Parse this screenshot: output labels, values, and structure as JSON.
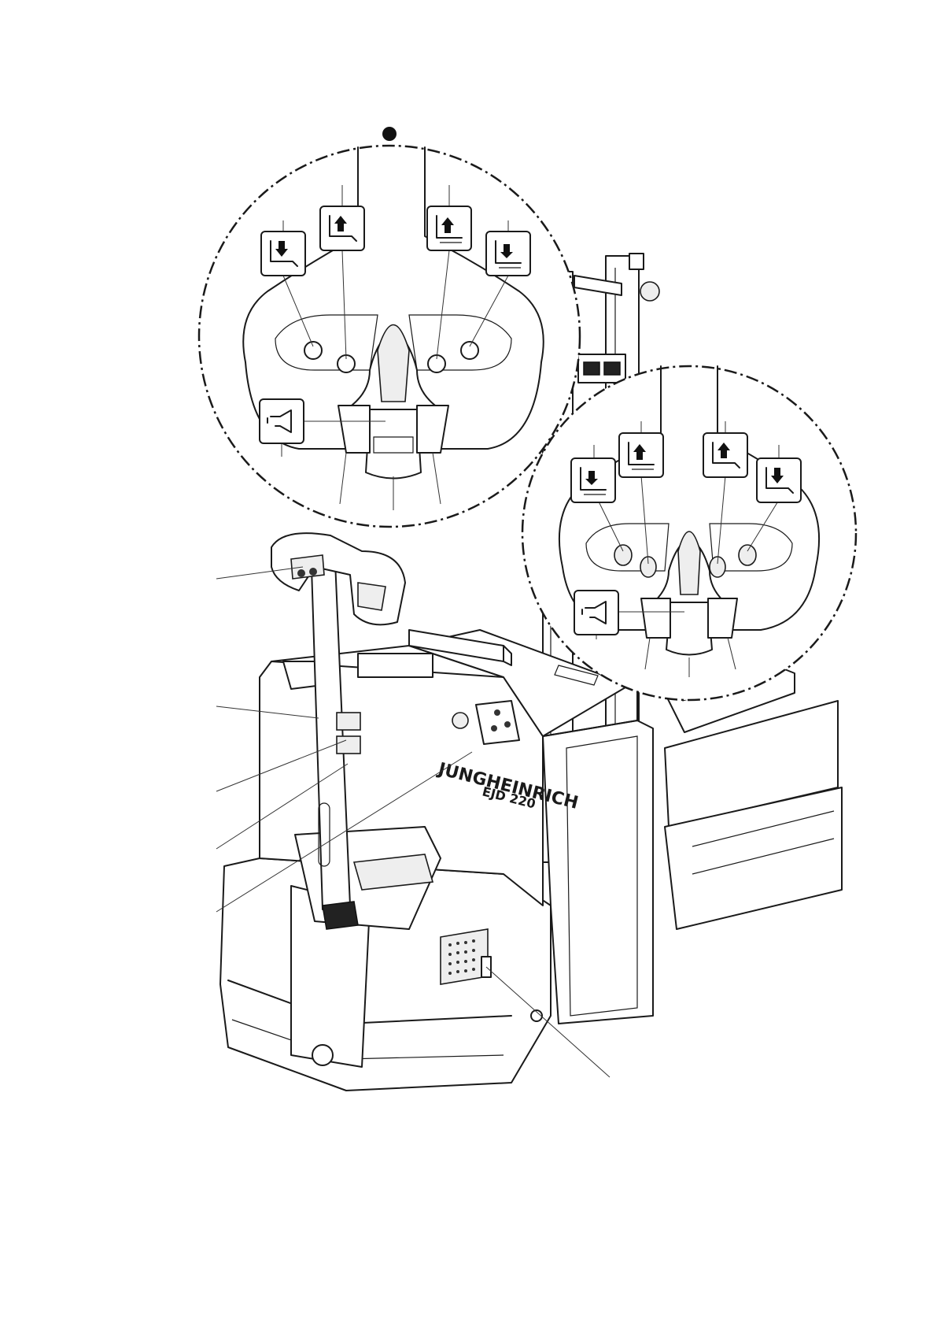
{
  "figure": {
    "brand_label": "JUNGHEINRICH",
    "model_label": "EJD 220"
  },
  "variants": [
    {
      "name": "variant-filled-marker",
      "marker": "filled-circle"
    },
    {
      "name": "variant-open-marker",
      "marker": "open-circle"
    }
  ],
  "symbols": [
    "lower-fork-icon",
    "lift-support-arm-icon",
    "lift-fork-icon",
    "lower-support-arm-icon",
    "horn-icon"
  ]
}
